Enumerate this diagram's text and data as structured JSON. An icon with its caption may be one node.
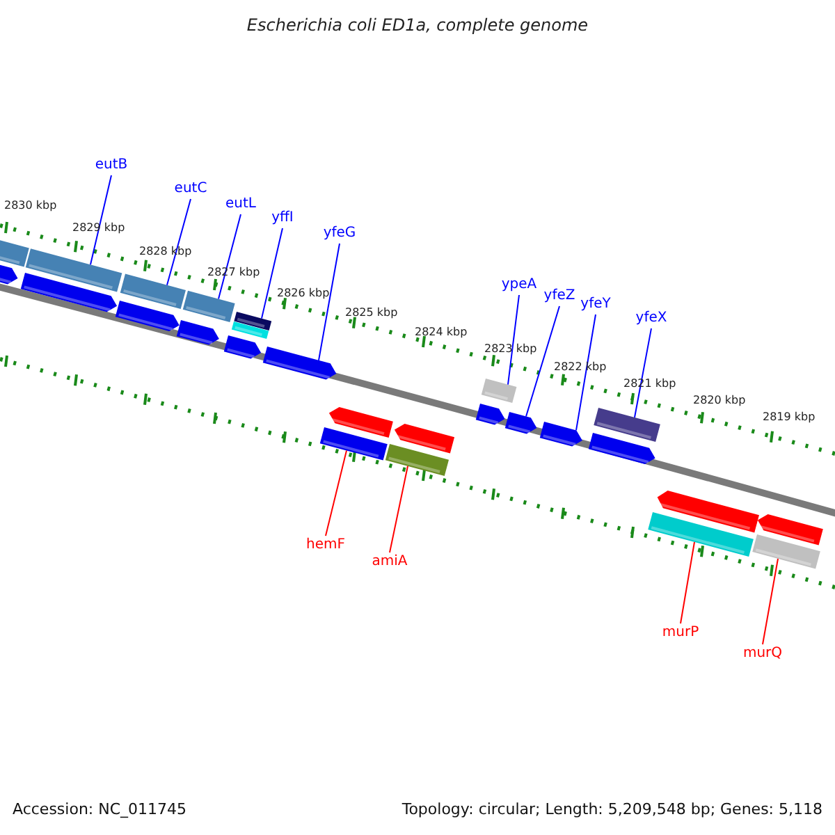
{
  "diagram": {
    "title": "Escherichia coli ED1a, complete genome",
    "nodes": [
      {
        "text": [
          "eutB"
        ]
      },
      {
        "text": [
          "eutC"
        ]
      },
      {
        "text": [
          "eutL"
        ]
      },
      {
        "text": [
          "yffI"
        ]
      },
      {
        "text": [
          "yfeG"
        ]
      },
      {
        "text": [
          "ypeA"
        ]
      },
      {
        "text": [
          "yfeZ"
        ]
      },
      {
        "text": [
          "yfeY"
        ]
      },
      {
        "text": [
          "yfeX"
        ]
      },
      {
        "text": [
          "hemF"
        ]
      },
      {
        "text": [
          "amiA"
        ]
      },
      {
        "text": [
          "murP"
        ]
      },
      {
        "text": [
          "murQ"
        ]
      },
      {
        "text": [],
        "shape": "bar"
      },
      {
        "text": [],
        "shape": "bar"
      },
      {
        "text": [],
        "shape": "bar"
      },
      {
        "text": [],
        "shape": "bar"
      },
      {
        "text": [],
        "shape": "bar"
      },
      {
        "text": [],
        "shape": "bar"
      },
      {
        "text": [],
        "shape": "arrow"
      },
      {
        "text": [],
        "shape": "arrow"
      },
      {
        "text": [],
        "shape": "arrow"
      },
      {
        "text": [],
        "shape": "arrow"
      },
      {
        "text": [],
        "shape": "arrow"
      },
      {
        "text": [],
        "shape": "arrow"
      },
      {
        "text": [],
        "shape": "bar"
      },
      {
        "text": [],
        "shape": "arrow"
      },
      {
        "text": [],
        "shape": "arrow"
      },
      {
        "text": [],
        "shape": "arrow"
      },
      {
        "text": [],
        "shape": "bar"
      },
      {
        "text": [],
        "shape": "arrow"
      },
      {
        "text": [],
        "shape": "arrow"
      },
      {
        "text": [],
        "shape": "arrow"
      },
      {
        "text": [],
        "shape": "bar"
      },
      {
        "text": [],
        "shape": "bar"
      },
      {
        "text": [],
        "shape": "arrow"
      },
      {
        "text": [],
        "shape": "arrow"
      },
      {
        "text": [],
        "shape": "bar"
      },
      {
        "text": [],
        "shape": "bar"
      }
    ],
    "edges": [
      {
        "from": 0,
        "to": 14,
        "arrow": "none"
      },
      {
        "from": 1,
        "to": 15,
        "arrow": "none"
      },
      {
        "from": 2,
        "to": 16,
        "arrow": "none"
      },
      {
        "from": 3,
        "to": 17,
        "arrow": "none"
      },
      {
        "from": 4,
        "to": 24,
        "arrow": "none"
      },
      {
        "from": 5,
        "to": 25,
        "arrow": "none"
      },
      {
        "from": 6,
        "to": 27,
        "arrow": "none"
      },
      {
        "from": 7,
        "to": 28,
        "arrow": "none"
      },
      {
        "from": 8,
        "to": 29,
        "arrow": "none"
      },
      {
        "from": 9,
        "to": 33,
        "arrow": "none",
        "color": "#ff0000"
      },
      {
        "from": 10,
        "to": 34,
        "arrow": "none",
        "color": "#ff0000"
      },
      {
        "from": 11,
        "to": 37,
        "arrow": "none",
        "color": "#ff0000"
      },
      {
        "from": 12,
        "to": 38,
        "arrow": "none",
        "color": "#ff0000"
      }
    ],
    "labels": [
      "2830 kbp",
      "2829 kbp",
      "2828 kbp",
      "2827 kbp",
      "2826 kbp",
      "2825 kbp",
      "2824 kbp",
      "2823 kbp",
      "2822 kbp",
      "2821 kbp",
      "2820 kbp",
      "2819 kbp",
      "Accession: NC_011745",
      "Topology: circular; Length: 5,209,548 bp; Genes: 5,118"
    ]
  }
}
